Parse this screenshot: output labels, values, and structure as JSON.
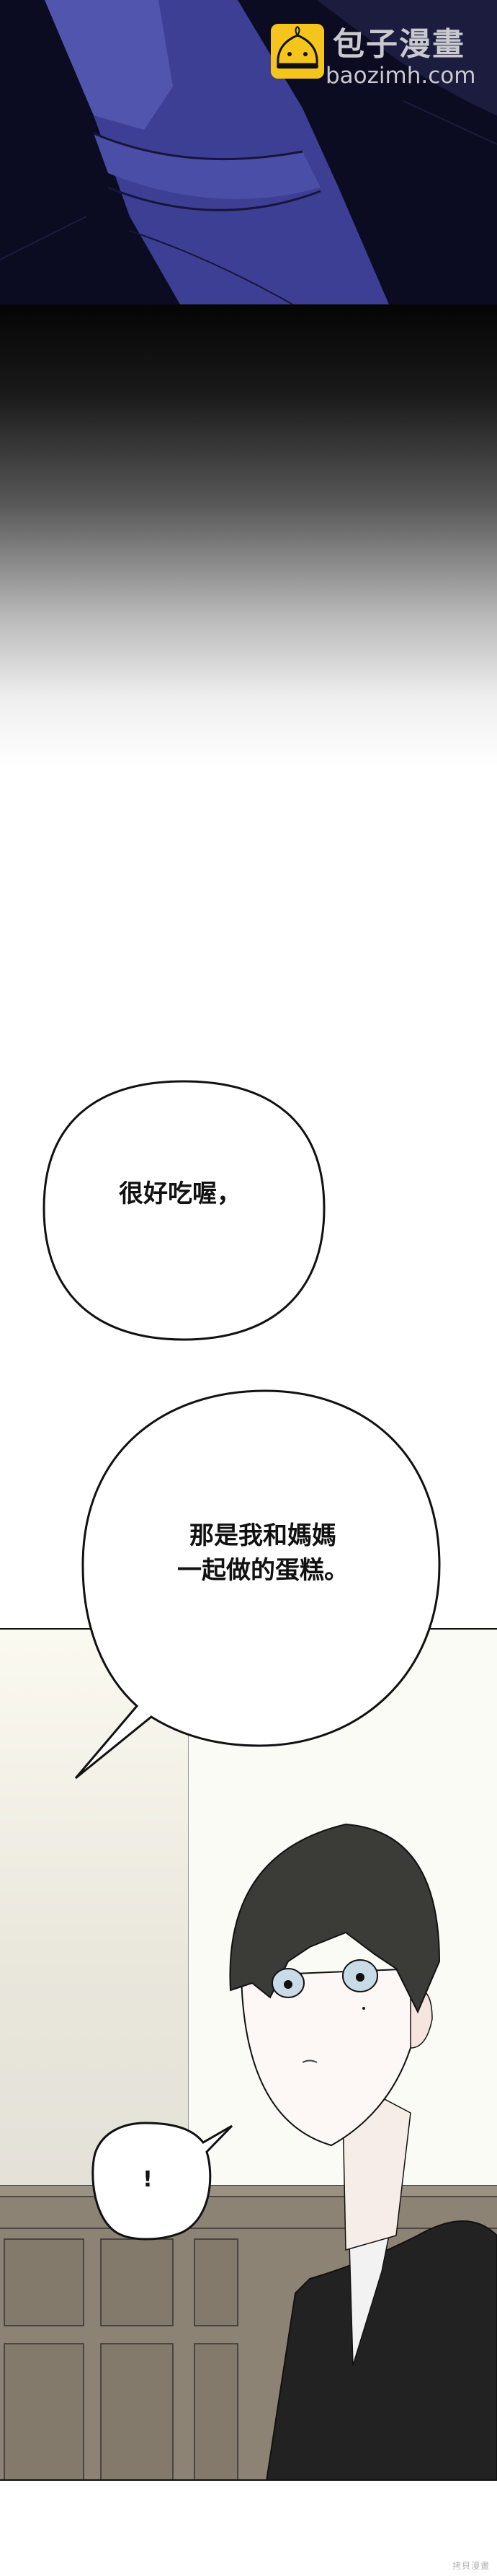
{
  "watermark_top": {
    "site_name": "包子漫畫",
    "site_url": "baozimh.com",
    "logo_color": "#f4c51c",
    "logo_icon": "steamed-bun-mascot-icon"
  },
  "panels": [
    {
      "id": "panel-1",
      "description": "dark navy close-up of clothing fabric",
      "colors": {
        "background": "#0b0c22",
        "fabric": "#3a3a8c"
      }
    },
    {
      "id": "panel-2",
      "description": "vertical speed lines fading from black to white"
    },
    {
      "id": "panel-3",
      "description": "boy with black hair and blue eyes in black collared shirt, room with wooden wainscoting"
    }
  ],
  "dialogue": [
    {
      "id": "bubble-1",
      "text": "很好吃喔，"
    },
    {
      "id": "bubble-2",
      "text": "那是我和媽媽\n一起做的蛋糕。"
    },
    {
      "id": "bubble-3",
      "text": "!"
    }
  ],
  "watermark_bottom": {
    "text": "拷貝漫畫"
  }
}
